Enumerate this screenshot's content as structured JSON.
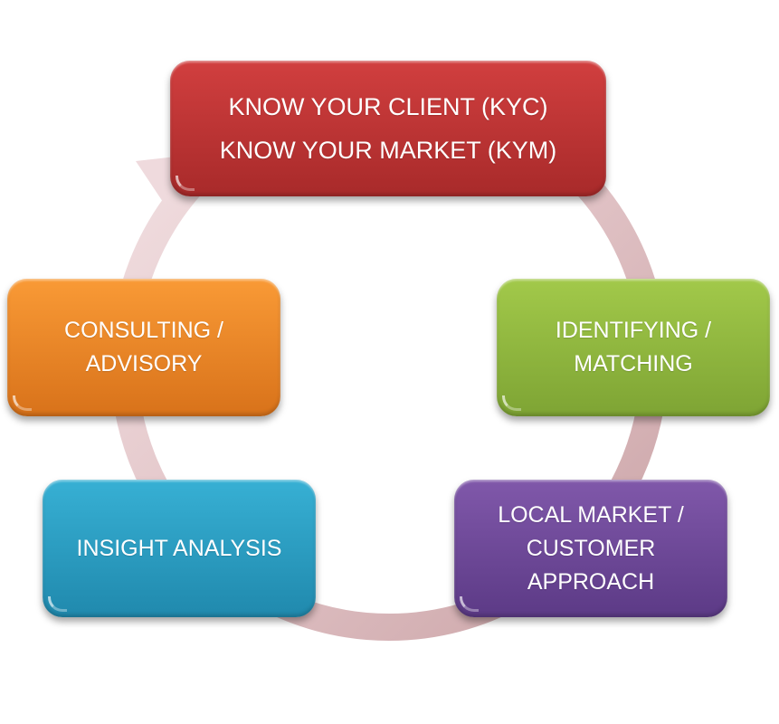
{
  "diagram": {
    "type": "cycle",
    "ring_color": "#e6c9cc",
    "steps": [
      {
        "id": "kyc",
        "lines": [
          "KNOW YOUR CLIENT (KYC)",
          "KNOW YOUR MARKET (KYM)"
        ],
        "color_top": "#d13f3f",
        "color_bottom": "#a82a2a"
      },
      {
        "id": "ident",
        "lines": [
          "IDENTIFYING /",
          "MATCHING"
        ],
        "color_top": "#a2c94a",
        "color_bottom": "#7ea434"
      },
      {
        "id": "local",
        "lines": [
          "LOCAL MARKET /",
          "CUSTOMER",
          "APPROACH"
        ],
        "color_top": "#8058aa",
        "color_bottom": "#5c3a86"
      },
      {
        "id": "insight",
        "lines": [
          "INSIGHT ANALYSIS"
        ],
        "color_top": "#37b0d4",
        "color_bottom": "#2089ad"
      },
      {
        "id": "consult",
        "lines": [
          "CONSULTING /",
          "ADVISORY"
        ],
        "color_top": "#f99a36",
        "color_bottom": "#d8721a"
      }
    ]
  }
}
